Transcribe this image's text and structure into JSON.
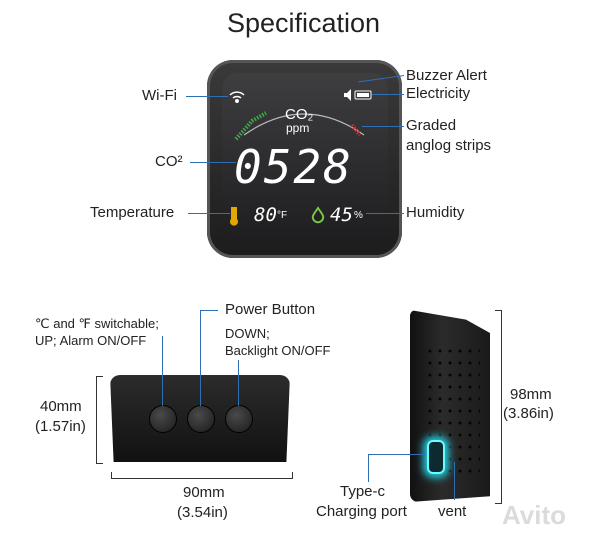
{
  "title": "Specification",
  "front_labels": {
    "wifi": "Wi-Fi",
    "buzzer": "Buzzer Alert",
    "electricity": "Electricity",
    "graded_line1": "Graded",
    "graded_line2": "anglog strips",
    "co2": "CO²",
    "temperature": "Temperature",
    "humidity": "Humidity"
  },
  "display": {
    "co2_label": "CO₂",
    "unit": "ppm",
    "reading": "0528",
    "temperature": "80",
    "temp_unit": "°F",
    "humidity": "45",
    "humidity_unit": "%",
    "icons": [
      "wifi-icon",
      "speaker-icon",
      "battery-icon",
      "thermometer-icon",
      "droplet-icon"
    ]
  },
  "buttons_view": {
    "left_line1": "℃ and ℉ switchable;",
    "left_line2": "UP; Alarm ON/OFF",
    "power": "Power Button",
    "right_line1": "DOWN;",
    "right_line2": "Backlight ON/OFF",
    "height_mm": "40mm",
    "height_in": "(1.57in)",
    "width_mm": "90mm",
    "width_in": "(3.54in)"
  },
  "side_view": {
    "depth_mm": "98mm",
    "depth_in": "(3.86in)",
    "port_line1": "Type-c",
    "port_line2": "Charging port",
    "vent": "vent"
  },
  "watermark": "Avito",
  "colors": {
    "leader_line": "#2f6fb5",
    "port_glow": "#25c6d8",
    "gauge_green": "#3cb043",
    "gauge_red": "#d92b2b",
    "thermo": "#e0a800",
    "droplet": "#7ac943"
  }
}
